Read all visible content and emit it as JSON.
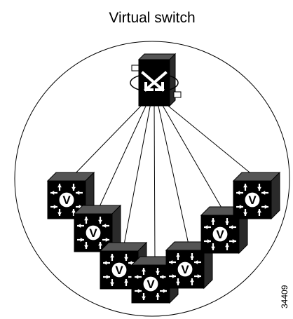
{
  "diagram": {
    "title": "Virtual switch",
    "figure_number": "34409",
    "colors": {
      "line": "#000000",
      "box_front": "#000000",
      "box_side": "#2a2a2a",
      "box_top": "#555555",
      "glyph": "#ffffff"
    },
    "components": {
      "switch": {
        "name": "virtual-switch",
        "icon": "switch-icon"
      },
      "routers": [
        {
          "name": "virtual-router-1",
          "icon": "router-v-icon",
          "label": "V"
        },
        {
          "name": "virtual-router-2",
          "icon": "router-v-icon",
          "label": "V"
        },
        {
          "name": "virtual-router-3",
          "icon": "router-v-icon",
          "label": "V"
        },
        {
          "name": "virtual-router-4",
          "icon": "router-v-icon",
          "label": "V"
        },
        {
          "name": "virtual-router-5",
          "icon": "router-v-icon",
          "label": "V"
        },
        {
          "name": "virtual-router-6",
          "icon": "router-v-icon",
          "label": "V"
        },
        {
          "name": "virtual-router-7",
          "icon": "router-v-icon",
          "label": "V"
        }
      ]
    }
  }
}
